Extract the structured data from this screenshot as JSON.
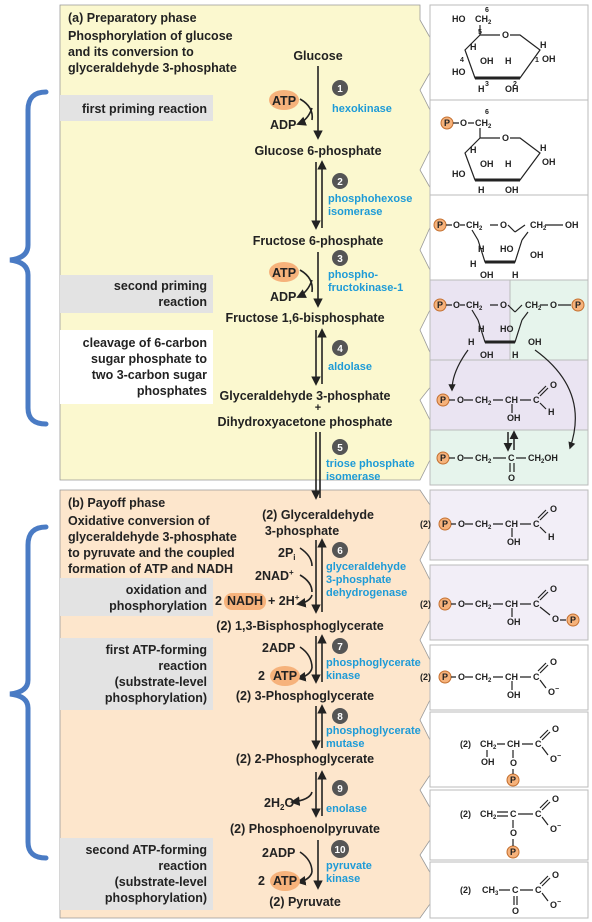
{
  "colors": {
    "prep_panel": "#fbf8cf",
    "payoff_panel": "#fde6cc",
    "label_box": "#e3e3e3",
    "bracket": "#4a7bc4",
    "enzyme_text": "#1e9bd7",
    "step_circle": "#555555",
    "cofactor_fill": "#f6b27b",
    "phosphate_fill": "#f6b27b",
    "violet_struct": "#eae4f2",
    "green_struct": "#e6f4ec"
  },
  "preparatory": {
    "title": "(a) Preparatory phase",
    "subtitle_lines": [
      "Phosphorylation of glucose",
      "and its conversion to",
      "glyceraldehyde 3-phosphate"
    ]
  },
  "payoff": {
    "title": "(b) Payoff phase",
    "subtitle_lines": [
      "Oxidative conversion of",
      "glyceraldehyde 3-phosphate",
      "to pyruvate and the coupled",
      "formation of ATP and NADH"
    ]
  },
  "side_labels": [
    {
      "lines": [
        "first priming reaction"
      ]
    },
    {
      "lines": [
        "second priming",
        "reaction"
      ]
    },
    {
      "lines": [
        "cleavage of 6-carbon",
        "sugar phosphate to",
        "two 3-carbon sugar",
        "phosphates"
      ]
    },
    {
      "lines": [
        "oxidation and",
        "phosphorylation"
      ]
    },
    {
      "lines": [
        "first ATP-forming",
        "reaction",
        "(substrate-level",
        "phosphorylation)"
      ]
    },
    {
      "lines": [
        "second ATP-forming",
        "reaction",
        "(substrate-level",
        "phosphorylation)"
      ]
    }
  ],
  "metabolites": [
    "Glucose",
    "Glucose 6-phosphate",
    "Fructose 6-phosphate",
    "Fructose 1,6-bisphosphate",
    "Glyceraldehyde 3-phosphate",
    "+",
    "Dihydroxyacetone phosphate",
    "(2) Glyceraldehyde",
    "3-phosphate",
    "(2) 1,3-Bisphosphoglycerate",
    "(2) 3-Phosphoglycerate",
    "(2) 2-Phosphoglycerate",
    "(2) Phosphoenolpyruvate",
    "(2) Pyruvate"
  ],
  "steps": [
    {
      "num": "1",
      "enzyme_lines": [
        "hexokinase"
      ]
    },
    {
      "num": "2",
      "enzyme_lines": [
        "phosphohexose",
        "isomerase"
      ]
    },
    {
      "num": "3",
      "enzyme_lines": [
        "phospho-",
        "fructokinase-1"
      ]
    },
    {
      "num": "4",
      "enzyme_lines": [
        "aldolase"
      ]
    },
    {
      "num": "5",
      "enzyme_lines": [
        "triose phosphate",
        "isomerase"
      ]
    },
    {
      "num": "6",
      "enzyme_lines": [
        "glyceraldehyde",
        "3-phosphate",
        "dehydrogenase"
      ]
    },
    {
      "num": "7",
      "enzyme_lines": [
        "phosphoglycerate",
        "kinase"
      ]
    },
    {
      "num": "8",
      "enzyme_lines": [
        "phosphoglycerate",
        "mutase"
      ]
    },
    {
      "num": "9",
      "enzyme_lines": [
        "enolase"
      ]
    },
    {
      "num": "10",
      "enzyme_lines": [
        "pyruvate",
        "kinase"
      ]
    }
  ],
  "cofactors": {
    "atp": "ATP",
    "adp": "ADP",
    "two_adp": "2ADP",
    "two": "2",
    "nadh": "NADH",
    "plus_h": "+ 2H",
    "plus_sup": "+",
    "two_p": "2P",
    "i_sub": "i",
    "two_nad": "2NAD",
    "h2o_h": "2H",
    "h2o_sub": "2",
    "h2o_o": "O"
  },
  "chem": {
    "P": "P",
    "O": "O",
    "OH": "OH",
    "HO": "HO",
    "H": "H",
    "CH2": "CH",
    "sub2": "2",
    "C": "C",
    "CH": "CH",
    "CH3": "CH",
    "sub3": "3",
    "CH2OH_a": "CH",
    "CH2OH_b": "OH",
    "minus": "−",
    "two": "(2)",
    "ring_numbers": [
      "1",
      "2",
      "3",
      "4",
      "5",
      "6"
    ]
  }
}
